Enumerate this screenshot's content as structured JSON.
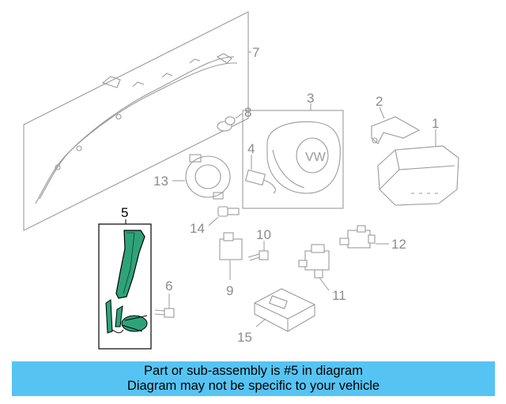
{
  "callouts": {
    "c1": "1",
    "c2": "2",
    "c3": "3",
    "c4": "4",
    "c5": "5",
    "c6": "6",
    "c7": "7",
    "c8": "8",
    "c9": "9",
    "c10": "10",
    "c11": "11",
    "c12": "12",
    "c13": "13",
    "c14": "14",
    "c15": "15"
  },
  "highlight": {
    "part": "5",
    "color": "#56c4f3",
    "fill_color": "#2ea37a"
  },
  "banner": {
    "line1": "Part or sub-assembly is #5 in diagram",
    "line2": "Diagram may not be specific to your vehicle",
    "background": "#56c4f3"
  }
}
